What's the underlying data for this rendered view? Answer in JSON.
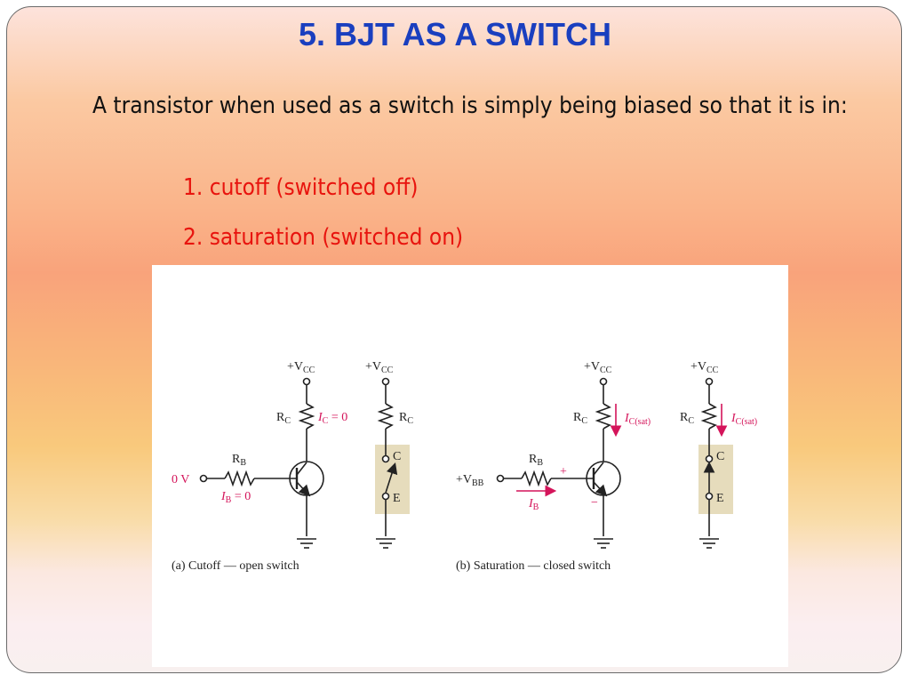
{
  "slide": {
    "title": "5. BJT AS A SWITCH",
    "intro": "A transistor when used as a switch is simply being biased so that it is in:",
    "options": [
      "1. cutoff (switched off)",
      "2. saturation (switched on)"
    ],
    "colors": {
      "title": "#1a3fbf",
      "options": "#e8140e",
      "current_arrow": "#d4145a",
      "switch_box": "#e6dcbc"
    }
  },
  "figure": {
    "left": {
      "caption": "(a) Cutoff — open switch",
      "vcc": "+V",
      "vcc_sub": "CC",
      "rc": "R",
      "rc_sub": "C",
      "ic": "I",
      "ic_sub": "C",
      "ic_val": " = 0",
      "rb": "R",
      "rb_sub": "B",
      "ib": "I",
      "ib_sub": "B",
      "ib_val": " = 0",
      "vin": "0 V",
      "sw_vcc": "+V",
      "sw_vcc_sub": "CC",
      "sw_rc": "R",
      "sw_rc_sub": "C",
      "sw_c": "C",
      "sw_e": "E"
    },
    "right": {
      "caption": "(b) Saturation — closed switch",
      "vcc": "+V",
      "vcc_sub": "CC",
      "rc": "R",
      "rc_sub": "C",
      "ic": "I",
      "ic_sub": "C(sat)",
      "rb": "R",
      "rb_sub": "B",
      "ib": "I",
      "ib_sub": "B",
      "vin": "+V",
      "vin_sub": "BB",
      "plus": "+",
      "minus": "−",
      "sw_vcc": "+V",
      "sw_vcc_sub": "CC",
      "sw_rc": "R",
      "sw_rc_sub": "C",
      "sw_ic": "I",
      "sw_ic_sub": "C(sat)",
      "sw_c": "C",
      "sw_e": "E"
    }
  }
}
